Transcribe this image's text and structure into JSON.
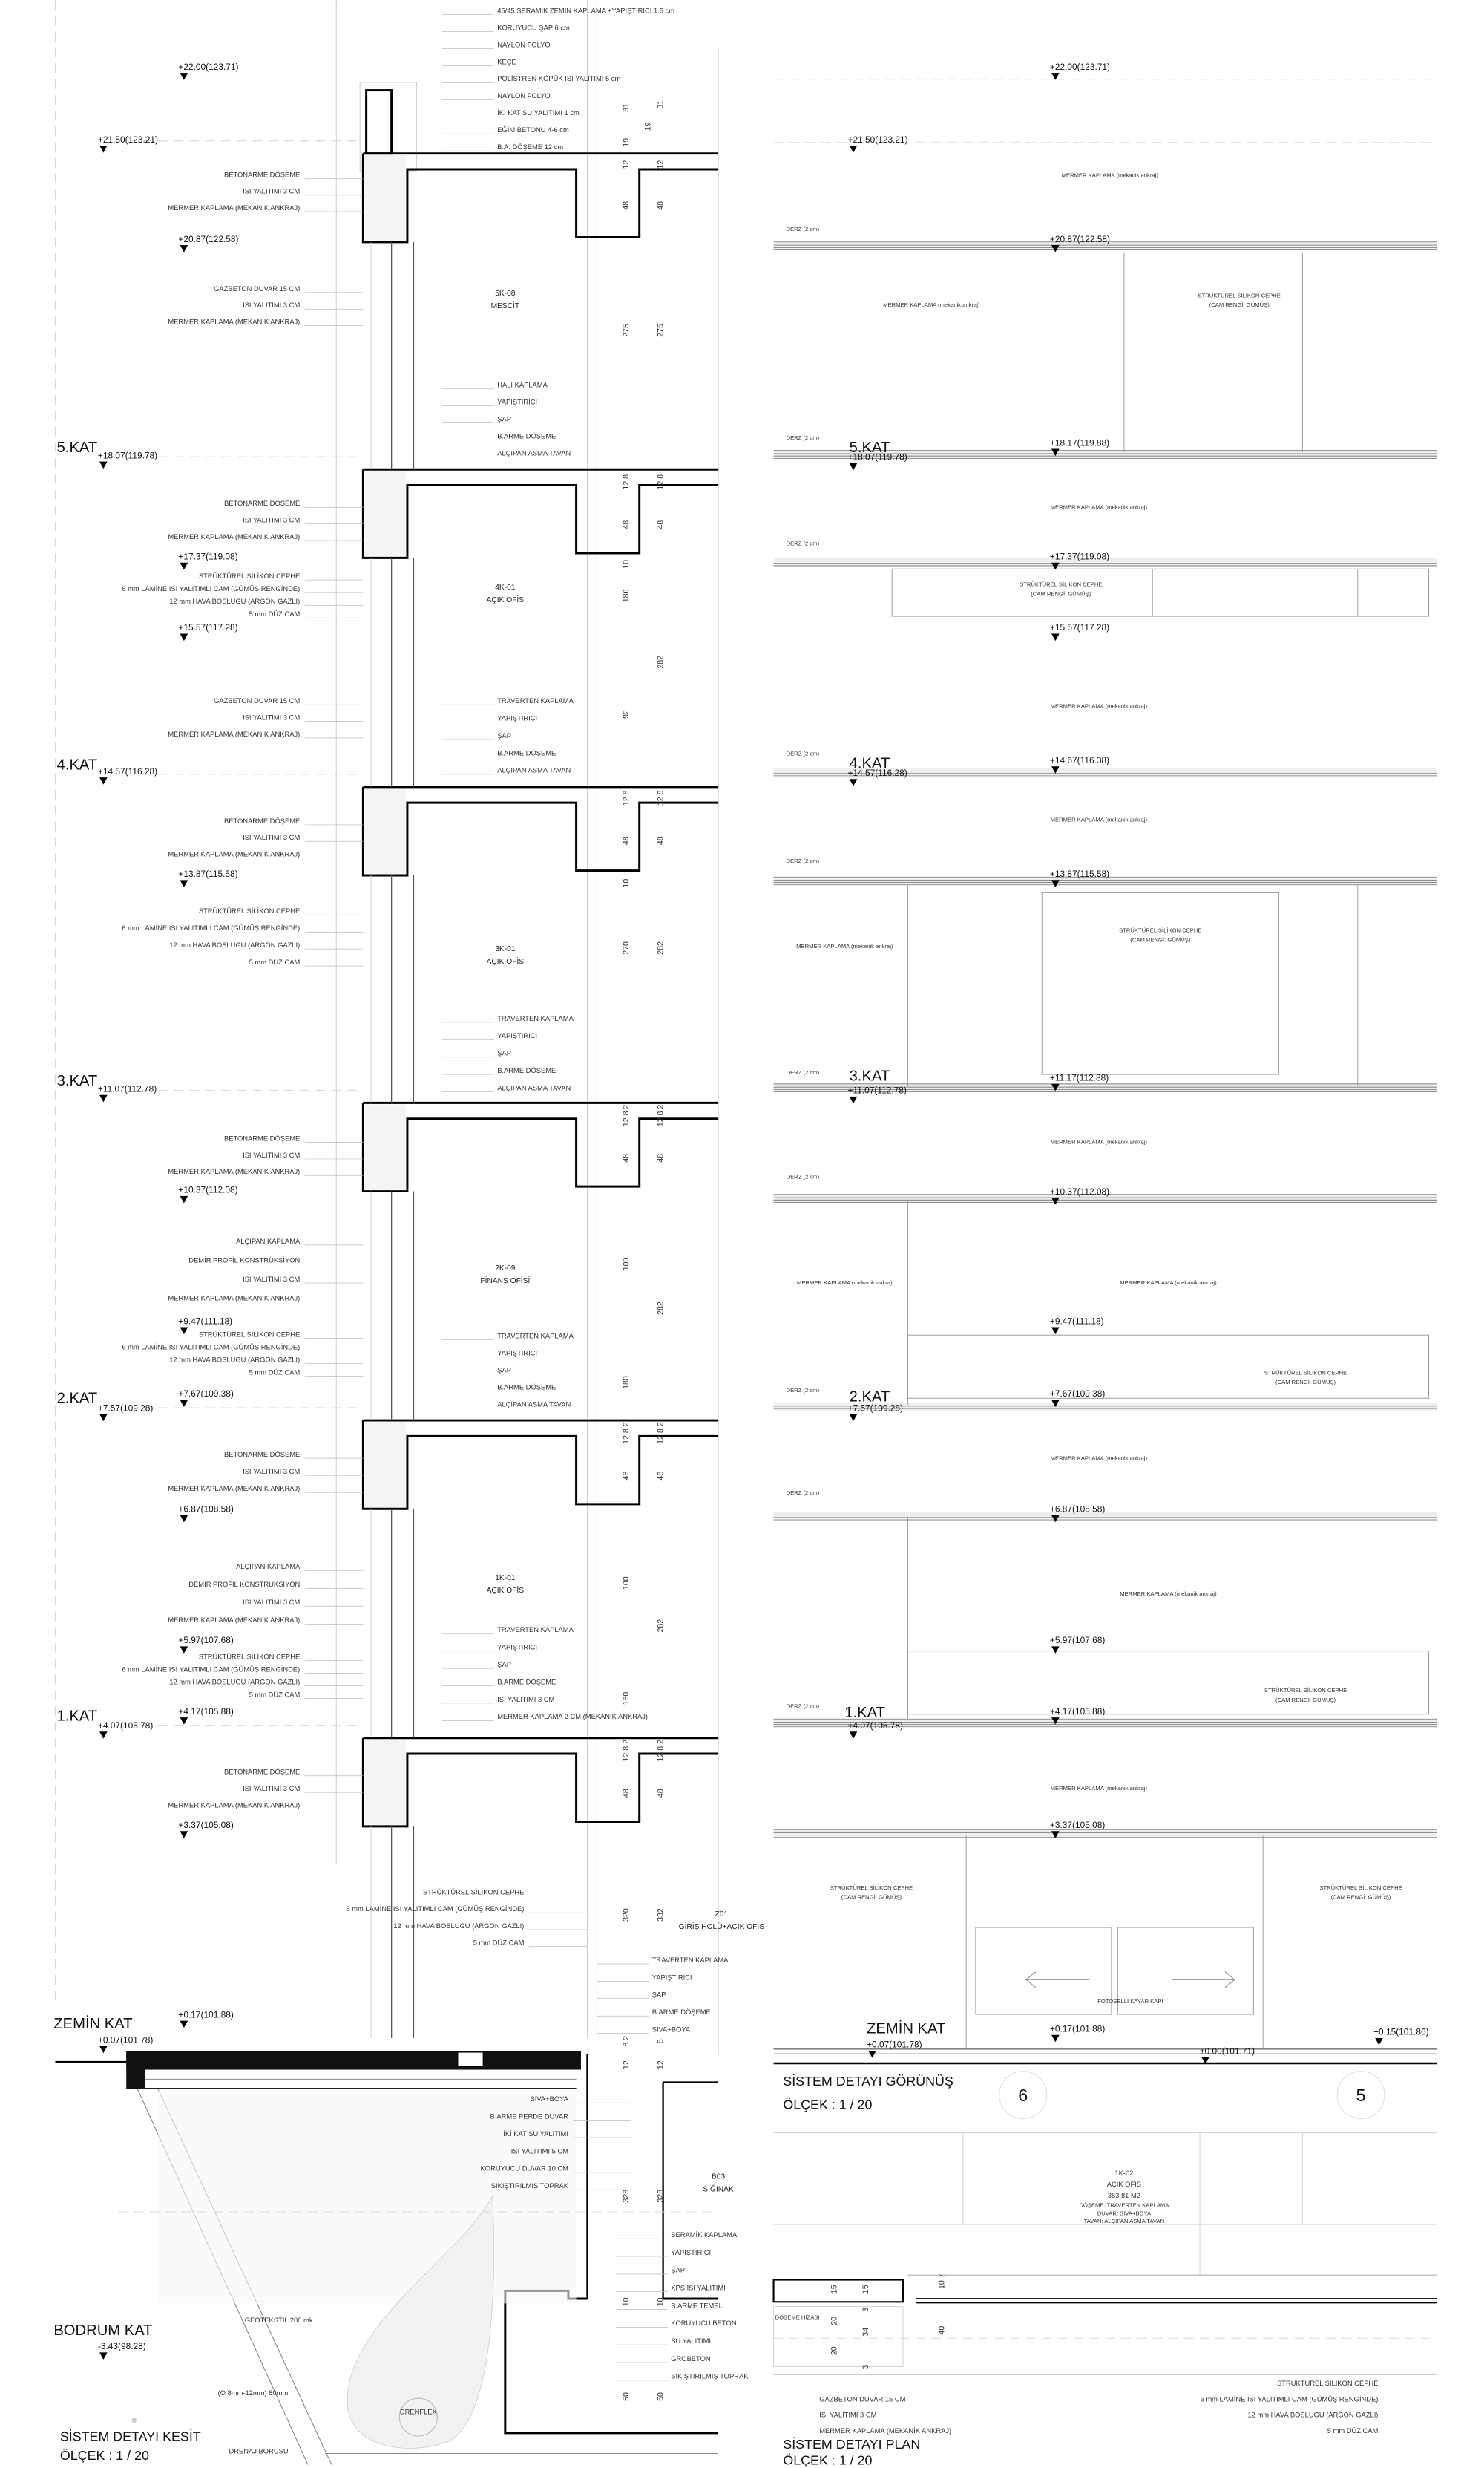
{
  "section": {
    "floors": [
      "5.KAT",
      "4.KAT",
      "3.KAT",
      "2.KAT",
      "1.KAT",
      "ZEMİN KAT",
      "BODRUM KAT"
    ],
    "levels": [
      "+22.00(123.71)",
      "+21.50(123.21)",
      "+20.87(122.58)",
      "+18.07(119.78)",
      "+17.37(119.08)",
      "+15.57(117.28)",
      "+14.57(116.28)",
      "+13.87(115.58)",
      "+11.07(112.78)",
      "+10.37(112.08)",
      "+9.47(111.18)",
      "+7.67(109.38)",
      "+7.57(109.28)",
      "+6.87(108.58)",
      "+5.97(107.68)",
      "+4.17(105.88)",
      "+4.07(105.78)",
      "+3.37(105.08)",
      "+0.17(101.88)",
      "+0.07(101.78)",
      "-3.43(98.28)"
    ],
    "note_groups": [
      [
        "45/45 SERAMİK ZEMİN KAPLAMA +YAPIŞTIRICI 1.5 cm",
        "KORUYUCU ŞAP 6 cm",
        "NAYLON FOLYO",
        "KEÇE",
        "POLİSTREN KÖPÜK ISI YALITIMI 5 cm",
        "NAYLON FOLYO",
        "İKİ KAT SU YALITIMI 1 cm",
        "EĞİM BETONU 4-6 cm",
        "B.A. DÖŞEME 12 cm"
      ],
      [
        "BETONARME DÖŞEME",
        "ISI YALITIMI 3 CM",
        "MERMER KAPLAMA (MEKANİK ANKRAJ)"
      ],
      [
        "GAZBETON DUVAR 15 CM",
        "ISI YALITIMI 3 CM",
        "MERMER KAPLAMA (MEKANİK ANKRAJ)"
      ],
      [
        "HALI KAPLAMA",
        "YAPIŞTIRICI",
        "ŞAP",
        "B.ARME DÖŞEME",
        "ALÇIPAN ASMA TAVAN"
      ],
      [
        "BETONARME DÖŞEME",
        "ISI YALITIMI 3 CM",
        "MERMER KAPLAMA (MEKANİK ANKRAJ)"
      ],
      [
        "STRÜKTÜREL SİLİKON CEPHE",
        "6 mm LAMİNE ISI YALITIMLI CAM (GÜMÜŞ RENGİNDE)",
        "12 mm HAVA BOSLUGU (ARGON GAZLI)",
        "5 mm DÜZ CAM"
      ],
      [
        "GAZBETON DUVAR 15 CM",
        "ISI YALITIMI 3 CM",
        "MERMER KAPLAMA (MEKANİK ANKRAJ)"
      ],
      [
        "TRAVERTEN KAPLAMA",
        "YAPIŞTIRICI",
        "ŞAP",
        "B.ARME DÖŞEME",
        "ALÇIPAN ASMA TAVAN"
      ],
      [
        "BETONARME DÖŞEME",
        "ISI YALITIMI 3 CM",
        "MERMER KAPLAMA (MEKANİK ANKRAJ)"
      ],
      [
        "STRÜKTÜREL SİLİKON CEPHE",
        "6 mm LAMİNE ISI YALITIMLI CAM (GÜMÜŞ RENGİNDE)",
        "12 mm HAVA BOSLUGU (ARGON GAZLI)",
        "5 mm DÜZ CAM"
      ],
      [
        "TRAVERTEN KAPLAMA",
        "YAPIŞTIRICI",
        "ŞAP",
        "B.ARME DÖŞEME",
        "ALÇIPAN ASMA TAVAN"
      ],
      [
        "BETONARME DÖŞEME",
        "ISI YALITIMI 3 CM",
        "MERMER KAPLAMA (MEKANİK ANKRAJ)"
      ],
      [
        "ALÇIPAN KAPLAMA",
        "DEMİR PROFİL KONSTRÜKSİYON",
        "ISI YALITIMI 3 CM",
        "MERMER KAPLAMA (MEKANİK ANKRAJ)"
      ],
      [
        "STRÜKTÜREL SİLİKON CEPHE",
        "6 mm LAMİNE ISI YALITIMLI CAM (GÜMÜŞ RENGİNDE)",
        "12 mm HAVA BOSLUGU (ARGON GAZLI)",
        "5 mm DÜZ CAM"
      ],
      [
        "TRAVERTEN KAPLAMA",
        "YAPIŞTIRICI",
        "ŞAP",
        "B.ARME DÖŞEME",
        "ALÇIPAN ASMA TAVAN"
      ],
      [
        "BETONARME DÖŞEME",
        "ISI YALITIMI 3 CM",
        "MERMER KAPLAMA (MEKANİK ANKRAJ)"
      ],
      [
        "ALÇIPAN KAPLAMA",
        "DEMİR PROFİL KONSTRÜKSİYON",
        "ISI YALITIMI 3 CM",
        "MERMER KAPLAMA (MEKANİK ANKRAJ)"
      ],
      [
        "TRAVERTEN KAPLAMA",
        "YAPIŞTIRICI",
        "ŞAP",
        "B.ARME DÖŞEME",
        "ISI YALITIMI 3 CM",
        "MERMER KAPLAMA 2 CM (MEKANİK ANKRAJ)"
      ],
      [
        "STRÜKTÜREL SİLİKON CEPHE",
        "6 mm LAMİNE ISI YALITIMLI CAM (GÜMÜŞ RENGİNDE)",
        "12 mm HAVA BOSLUGU (ARGON GAZLI)",
        "5 mm DÜZ CAM"
      ],
      [
        "BETONARME DÖŞEME",
        "ISI YALITIMI 3 CM",
        "MERMER KAPLAMA (MEKANİK ANKRAJ)"
      ],
      [
        "STRÜKTÜREL SİLİKON CEPHE",
        "6 mm LAMİNE ISI YALITIMLI CAM (GÜMÜŞ RENGİNDE)",
        "12 mm HAVA BOSLUGU (ARGON GAZLI)",
        "5 mm DÜZ CAM"
      ],
      [
        "TRAVERTEN KAPLAMA",
        "YAPIŞTIRICI",
        "ŞAP",
        "B.ARME DÖŞEME",
        "SIVA+BOYA"
      ],
      [
        "SIVA+BOYA",
        "B.ARME PERDE DUVAR",
        "İKİ KAT SU YALITIMI",
        "ISI YALITIMI 5 CM",
        "KORUYUCU DUVAR 10 CM",
        "SIKIŞTIRILMIŞ TOPRAK"
      ],
      [
        "SERAMİK KAPLAMA",
        "YAPIŞTIRICI",
        "ŞAP",
        "XPS ISI YALITIMI",
        "B.ARME TEMEL",
        "KORUYUCU BETON",
        "SU YALITIMI",
        "GROBETON",
        "SIKIŞTIRILMIŞ TOPRAK"
      ]
    ],
    "rooms": [
      [
        "5K-08",
        "MESCİT"
      ],
      [
        "4K-01",
        "AÇIK OFİS"
      ],
      [
        "3K-01",
        "AÇIK OFİS"
      ],
      [
        "2K-09",
        "FİNANS OFİSİ"
      ],
      [
        "1K-01",
        "AÇIK OFİS"
      ],
      [
        "Z01",
        "GİRİŞ HOLÜ+AÇIK OFİS"
      ],
      [
        "B03",
        "SIĞINAK"
      ]
    ],
    "drainage": [
      "GEOTEKSTİL 200 mk",
      "(O 8mm-12mm) 80mm",
      "DRENFLEX",
      "DRENAJ BORUSU"
    ],
    "dims": [
      "31",
      "31",
      "19",
      "19",
      "12",
      "12",
      "48",
      "48",
      "275",
      "275",
      "12 8",
      "12 8",
      "48",
      "48",
      "10",
      "180",
      "282",
      "92",
      "12 8",
      "12 8",
      "48",
      "48",
      "10",
      "270",
      "282",
      "12 8 2",
      "12 8 2",
      "48",
      "48",
      "100",
      "282",
      "180",
      "12 8 2",
      "12 8 2",
      "48",
      "48",
      "100",
      "282",
      "180",
      "12 8 2",
      "12 8 2",
      "48",
      "48",
      "320",
      "332",
      "8 2",
      "8",
      "12",
      "12",
      "328",
      "328",
      "10",
      "10",
      "50",
      "50"
    ],
    "title": "SİSTEM DETAYI KESİT",
    "scale": "ÖLÇEK : 1 / 20"
  },
  "elevation": {
    "floors": [
      "5.KAT",
      "4.KAT",
      "3.KAT",
      "2.KAT",
      "1.KAT",
      "ZEMİN KAT"
    ],
    "levels": [
      "+22.00(123.71)",
      "+21.50(123.21)",
      "+20.87(122.58)",
      "+18.17(119.88)",
      "+18.07(119.78)",
      "+17.37(119.08)",
      "+15.57(117.28)",
      "+14.67(116.38)",
      "+14.57(116.28)",
      "+13.87(115.58)",
      "+11.17(112.88)",
      "+11.07(112.78)",
      "+10.37(112.08)",
      "+9.47(111.18)",
      "+7.67(109.38)",
      "+7.57(109.28)",
      "+6.87(108.58)",
      "+5.97(107.68)",
      "+4.17(105.88)",
      "+4.07(105.78)",
      "+3.37(105.08)",
      "+0.17(101.88)",
      "+0.15(101.86)",
      "+0.07(101.78)",
      "±0.00(101.71)"
    ],
    "joints": [
      "DERZ (2 cm)",
      "DERZ (2 cm)",
      "DERZ (2 cm)",
      "DERZ (2 cm)",
      "DERZ (2 cm)",
      "DERZ (2 cm)",
      "DERZ (2 cm)",
      "DERZ (2 cm)",
      "DERZ (2 cm)",
      "DERZ (2 cm)"
    ],
    "cladding_notes": [
      "MERMER KAPLAMA (mekanik ankraj)",
      "MERMER KAPLAMA (mekanik ankraj)",
      "MERMER KAPLAMA (mekanik ankraj)",
      "MERMER KAPLAMA (mekanik ankraj)",
      "MERMER KAPLAMA (mekanik ankraj)",
      "MERMER KAPLAMA (mekanik ankraj)",
      "MERMER KAPLAMA (mekanik ankraj)",
      "MERMER KAPLAMA (mekanik ankra)",
      "MERMER KAPLAMA (mekanik ankraj)",
      "MERMER KAPLAMA (mekanik ankraj)",
      "MERMER KAPLAMA (mekanik ankraj)",
      "MERMER KAPLAMA (mekanik ankraj)"
    ],
    "facade_notes": [
      [
        "STRÜKTÜREL SİLİKON CEPHE",
        "(CAM RENGİ: GÜMÜŞ)"
      ],
      [
        "STRÜKTÜREL SİLİKON CEPHE",
        "(CAM RENGİ: GÜMÜŞ)"
      ],
      [
        "STRÜKTÜREL SİLİKON CEPHE",
        "(CAM RENGİ: GÜMÜŞ)"
      ],
      [
        "STRÜKTÜREL SİLİKON CEPHE",
        "(CAM RENGİ: GÜMÜŞ)"
      ],
      [
        "STRÜKTÜREL SİLİKON CEPHE",
        "(CAM RENGİ: GÜMÜŞ)"
      ],
      [
        "STRÜKTÜREL SİLİKON CEPHE",
        "(CAM RENGİ: GÜMÜŞ)"
      ],
      [
        "STRÜKTÜREL SİLİKON CEPHE",
        "(CAM RENGİ: GÜMÜŞ)"
      ]
    ],
    "door_note": "FOTOSELLİ KAYAR KAPI",
    "axes": [
      "6",
      "5"
    ],
    "title": "SİSTEM DETAYI GÖRÜNÜŞ",
    "scale": "ÖLÇEK : 1 / 20"
  },
  "plan": {
    "room": [
      "1K-02",
      "AÇIK OFİS",
      "353.81 M2",
      "DÖŞEME: TRAVERTEN KAPLAMA",
      "DUVAR: SIVA+BOYA",
      "TAVAN: ALÇIPAN ASMA TAVAN"
    ],
    "floor_line": "DÖŞEME HİZASI",
    "dims": [
      "15",
      "15",
      "10 7",
      "3",
      "20",
      "34",
      "40",
      "20",
      "3"
    ],
    "wall_notes": [
      "GAZBETON DUVAR 15 CM",
      "ISI YALITIMI 3 CM",
      "MERMER KAPLAMA  (MEKANİK ANKRAJ)"
    ],
    "facade_notes": [
      "STRÜKTÜREL SİLİKON CEPHE",
      "6 mm LAMİNE ISI YALITIMLI CAM (GÜMÜŞ RENGİNDE)",
      "12 mm HAVA BOSLUGU (ARGON GAZLI)",
      "5 mm DÜZ CAM"
    ],
    "title": "SİSTEM DETAYI PLAN",
    "scale": "ÖLÇEK : 1 / 20"
  }
}
